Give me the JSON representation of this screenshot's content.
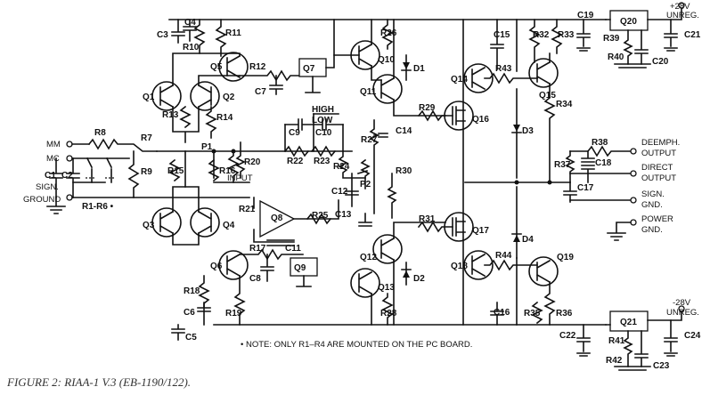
{
  "caption": "FIGURE 2: RIAA-1 V.3 (EB-1190/122).",
  "note": "• NOTE: ONLY R1–R4 ARE MOUNTED ON THE PC BOARD.",
  "terminals": {
    "mm": "MM",
    "mc": "MC",
    "sign": "SIGN.",
    "ground": "GROUND",
    "input": "INPUT",
    "high": "HIGH",
    "low": "LOW",
    "plus_v": "+28V",
    "minus_v": "-28V",
    "unreg": "UNREG.",
    "deemph": "DEEMPH.",
    "direct": "DIRECT",
    "output": "OUTPUT",
    "sign_gnd": "SIGN.",
    "gnd": "GND.",
    "power": "POWER"
  },
  "components": {
    "R1_R6": "R1-R6 •",
    "R7": "R7",
    "R8": "R8",
    "R9": "R9",
    "R10": "R10",
    "R11": "R11",
    "R12": "R12",
    "R13": "R13",
    "R14": "R14",
    "R15": "R15",
    "R16": "R16",
    "R17": "R17",
    "R18": "R18",
    "R19": "R19",
    "R20": "R20",
    "R21": "R21",
    "R22": "R22",
    "R23": "R23",
    "R24": "R24",
    "R25": "R25",
    "R26": "R26",
    "R27": "R27",
    "R28": "R28",
    "R29": "R29",
    "R30": "R30",
    "R31": "R31",
    "R32": "R32",
    "R33": "R33",
    "R34": "R34",
    "R35": "R35",
    "R36": "R36",
    "R37": "R37",
    "R38": "R38",
    "R39": "R39",
    "R40": "R40",
    "R41": "R41",
    "R42": "R42",
    "R43": "R43",
    "R44": "R44",
    "C1": "C1",
    "C2": "C2",
    "C3": "C3",
    "C4": "C4",
    "C5": "C5",
    "C6": "C6",
    "C7": "C7",
    "C8": "C8",
    "C9": "C9",
    "C10": "C10",
    "C11": "C11",
    "C12": "C12",
    "C13": "C13",
    "C14": "C14",
    "C15": "C15",
    "C16": "C16",
    "C17": "C17",
    "C18": "C18",
    "C19": "C19",
    "C20": "C20",
    "C21": "C21",
    "C22": "C22",
    "C23": "C23",
    "C24": "C24",
    "Q1": "Q1",
    "Q2": "Q2",
    "Q3": "Q3",
    "Q4": "Q4",
    "Q5": "Q5",
    "Q6": "Q6",
    "Q7": "Q7",
    "Q8": "Q8",
    "Q9": "Q9",
    "Q10": "Q10",
    "Q11": "Q11",
    "Q12": "Q12",
    "Q13": "Q13",
    "Q14": "Q14",
    "Q15": "Q15",
    "Q16": "Q16",
    "Q17": "Q17",
    "Q18": "Q18",
    "Q19": "Q19",
    "Q20": "Q20",
    "Q21": "Q21",
    "D1": "D1",
    "D2": "D2",
    "D3": "D3",
    "D4": "D4",
    "P1": "P1",
    "P2": "P2"
  }
}
